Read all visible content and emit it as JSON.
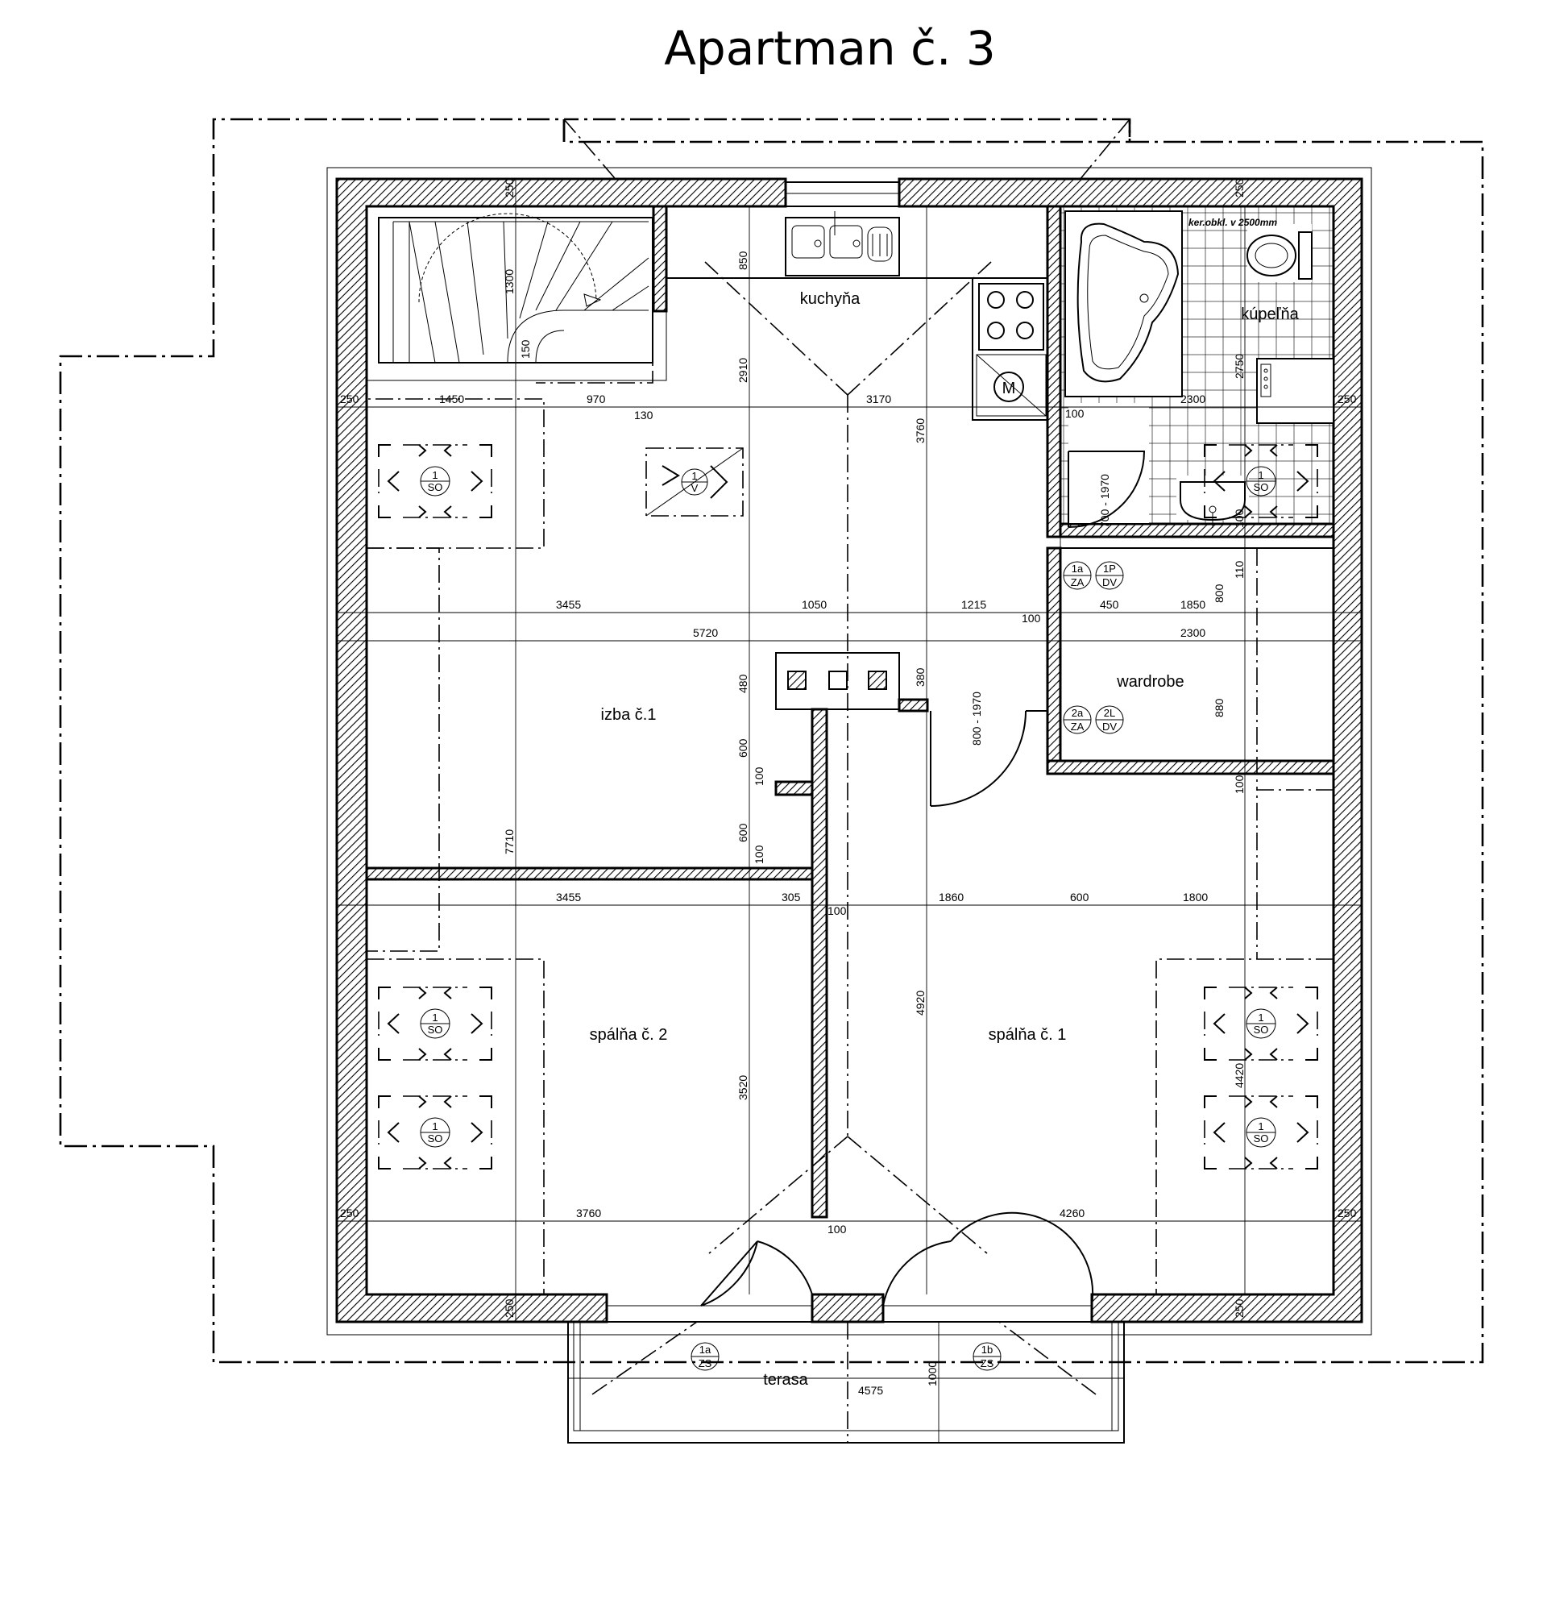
{
  "title": "Apartman č. 3",
  "rooms": {
    "kitchen": "kuchyňa",
    "bathroom": "kúpeľňa",
    "wardrobe": "wardrobe",
    "room1": "izba č.1",
    "bedroom2": "spálňa č. 2",
    "bedroom1": "spálňa č. 1",
    "terrace": "terasa"
  },
  "notes": {
    "tiles": "ker.obkl. v 2500mm"
  },
  "tags": {
    "roof_window_1v": [
      "1",
      "V"
    ],
    "roof_window_1so": [
      "1",
      "SO"
    ],
    "door_1a_za": [
      "1a",
      "ZA"
    ],
    "door_1p_dv": [
      "1P",
      "DV"
    ],
    "door_2a_za": [
      "2a",
      "ZA"
    ],
    "door_2l_dv": [
      "2L",
      "DV"
    ],
    "door_1a_zs": [
      "1a",
      "ZS"
    ],
    "door_1b_zs": [
      "1b",
      "ZS"
    ],
    "meter": "M"
  },
  "dimensions": {
    "wall_top_left": "250",
    "wall_top_right": "250",
    "wall_left_upper": "250",
    "wall_right_upper": "250",
    "wall_left_lower": "250",
    "wall_right_lower": "250",
    "wall_bottom_left": "250",
    "wall_bottom_right": "250",
    "stair_w": "1450",
    "hall_w": "970",
    "step_130": "130",
    "kitchen_w": "3170",
    "bath_w": "2300",
    "kitchen_counter": "850",
    "kitchen_depth": "2910",
    "kitchen_h": "3760",
    "stair_1300": "1300",
    "stair_150": "150",
    "bath_h": "2750",
    "bath_100": "100",
    "bath_door_h": "700 - 1970",
    "bath_door_100": "100",
    "row2_3455": "3455",
    "row2_1050": "1050",
    "row2_1215": "1215",
    "row2_100": "100",
    "row2_450": "450",
    "row2_1850": "1850",
    "row2_800": "800",
    "row2_110": "110",
    "row3_5720": "5720",
    "row3_2300": "2300",
    "chim_480": "480",
    "chim_380": "380",
    "izba_600a": "600",
    "izba_100": "100",
    "izba_600b": "600",
    "izba_100b": "100",
    "izba_7710": "7710",
    "door_800": "800 - 1970",
    "wardrobe_880": "880",
    "wardrobe_100": "100",
    "row4_3455": "3455",
    "row4_305": "305",
    "row4_100": "100",
    "row4_1860": "1860",
    "row4_600": "600",
    "row4_1800": "1800",
    "sp2_3520": "3520",
    "corr_4920": "4920",
    "sp1_4420": "4420",
    "row5_3760": "3760",
    "row5_4260": "4260",
    "row5_100": "100",
    "terrace_4575": "4575",
    "terrace_1000": "1000"
  }
}
